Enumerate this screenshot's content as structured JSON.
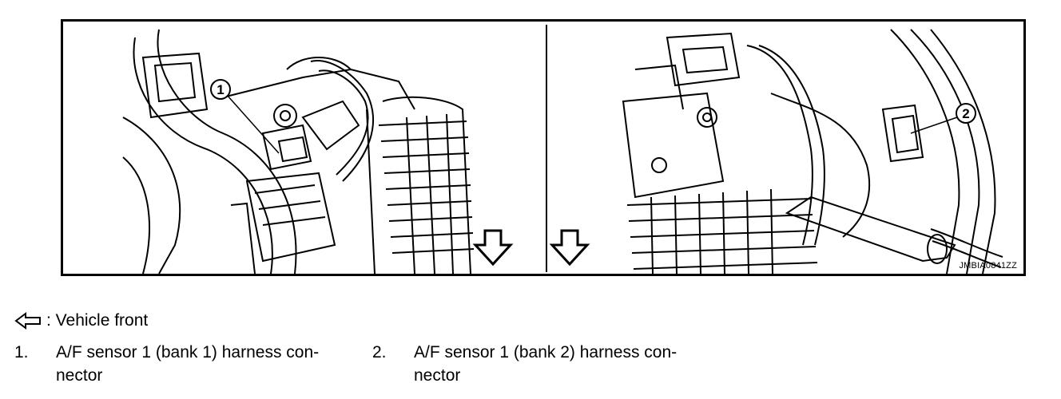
{
  "figure": {
    "id_label": "JMBIA0841ZZ",
    "callouts": [
      "1",
      "2"
    ]
  },
  "legend": {
    "front_text": ": Vehicle front",
    "items": [
      {
        "number": "1.",
        "text_line1": "A/F sensor 1 (bank 1) harness con-",
        "text_line2": "nector"
      },
      {
        "number": "2.",
        "text_line1": "A/F sensor 1 (bank 2) harness con-",
        "text_line2": "nector"
      }
    ]
  },
  "icons": {
    "front_arrow": "hollow-arrow-icon",
    "down_arrow": "hollow-down-arrow-icon"
  }
}
